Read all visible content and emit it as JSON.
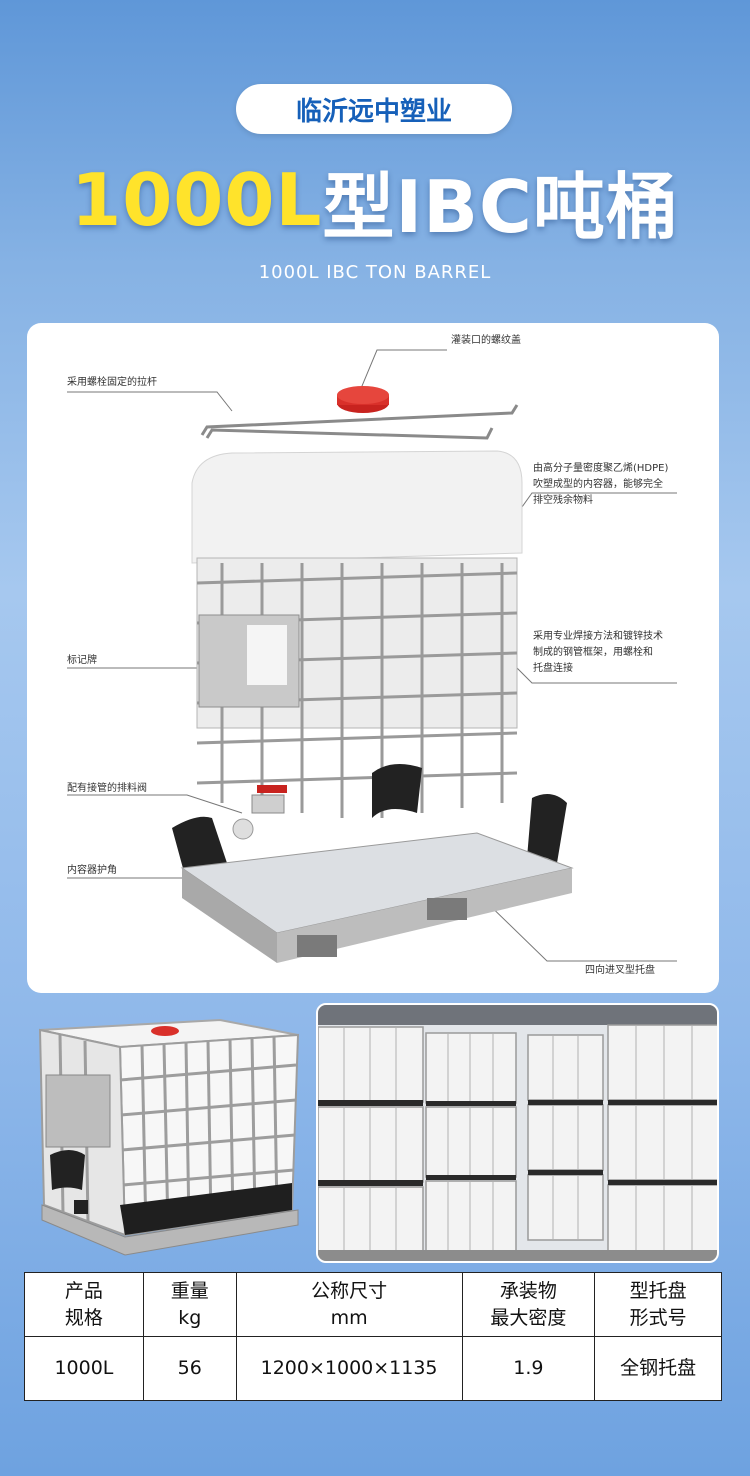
{
  "header": {
    "company": "临沂远中塑业",
    "title_capacity": "1000L",
    "title_rest": "型IBC吨桶",
    "subtitle": "1000L IBC TON BARREL"
  },
  "diagram": {
    "callouts": {
      "cap": "灌装口的螺纹盖",
      "rod": "采用螺栓固定的拉杆",
      "inner": [
        "由高分子量密度聚乙烯(HDPE)",
        "吹塑成型的内容器，能够完全",
        "排空残余物料"
      ],
      "frame": [
        "采用专业焊接方法和镀锌技术",
        "制成的钢管框架，用螺栓和",
        "托盘连接"
      ],
      "plate": "标记牌",
      "valve": "配有接管的排料阀",
      "corner": "内容器护角",
      "pallet": "四向进叉型托盘"
    }
  },
  "spec_table": {
    "headers": [
      [
        "产品",
        "规格"
      ],
      [
        "重量",
        "kg"
      ],
      [
        "公称尺寸",
        "mm"
      ],
      [
        "承装物",
        "最大密度"
      ],
      [
        "型托盘",
        "形式号"
      ]
    ],
    "values": [
      "1000L",
      "56",
      "1200×1000×1135",
      "1.9",
      "全钢托盘"
    ]
  },
  "colors": {
    "accent_yellow": "#ffe32b",
    "brand_blue": "#1660b9",
    "cap_red": "#d9302a"
  }
}
